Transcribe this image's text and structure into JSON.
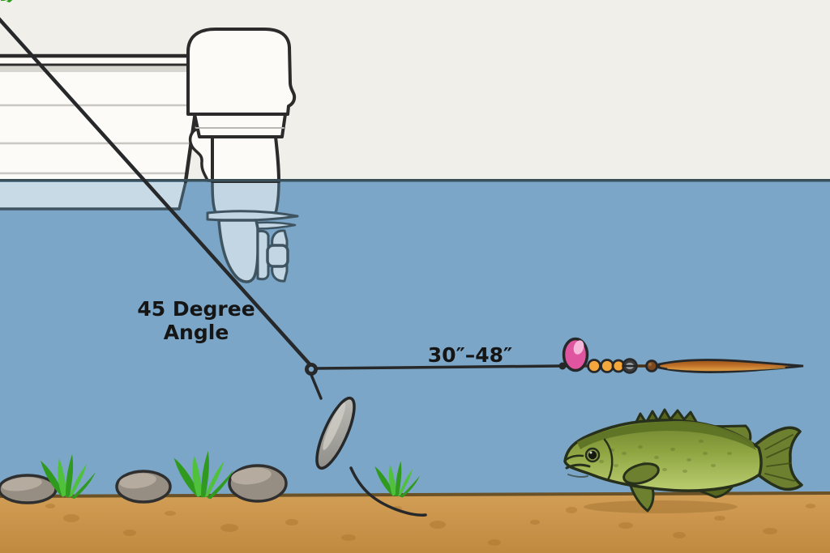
{
  "illustration": {
    "kind": "fishing-rig-diagram",
    "labels": {
      "angle": {
        "line1": "45 Degree",
        "line2": "Angle"
      },
      "leader_length": "30″–48″"
    },
    "components": [
      "boat-stern",
      "outboard-motor",
      "propeller",
      "fishing-line",
      "swivel",
      "bottom-bouncer-weight",
      "leader-line",
      "float-egg",
      "beads",
      "clevis",
      "spinner-blade",
      "bass-fish",
      "rocks",
      "grass",
      "sand-bottom",
      "water",
      "waterline"
    ],
    "colors": {
      "sky": "#f1efe9",
      "water": "#7ba6c7",
      "waterline": "#3a4f5a",
      "underwater_pale": "#c7dae6",
      "boat_white": "#fcfbf7",
      "outline_dark": "#26282a",
      "sand_top": "#d19d54",
      "sand_bottom": "#bf8a40",
      "sand_line": "#6a5126",
      "rock_gray": "#968e83",
      "grass_green": "#3fae27",
      "weight_gray": "#a8a6a1",
      "float_pink": "#e0559f",
      "bead_orange": "#f3a73d",
      "blade_copper": "#b4641c",
      "fish_olive": "#8ea441",
      "fish_dark": "#56661f",
      "label_text": "#151515"
    }
  }
}
